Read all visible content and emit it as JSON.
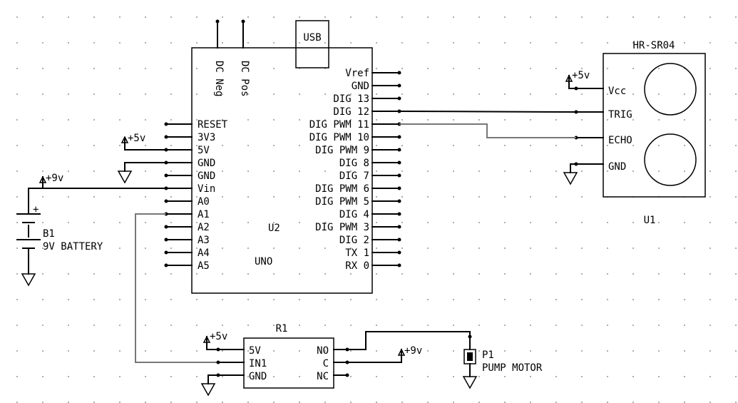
{
  "arduino": {
    "ref": "U2",
    "value": "UNO",
    "usb": "USB",
    "dc_neg": "DC Neg",
    "dc_pos": "DC Pos",
    "left_pins": [
      "RESET",
      "3V3",
      "5V",
      "GND",
      "GND",
      "Vin",
      "A0",
      "A1",
      "A2",
      "A3",
      "A4",
      "A5"
    ],
    "right_pins": [
      "Vref",
      "GND",
      "DIG 13",
      "DIG 12",
      "DIG PWM 11",
      "DIG PWM 10",
      "DIG PWM 9",
      "DIG 8",
      "DIG 7",
      "DIG PWM 6",
      "DIG PWM 5",
      "DIG 4",
      "DIG PWM 3",
      "DIG 2",
      "TX 1",
      "RX 0"
    ]
  },
  "sensor": {
    "title": "HR-SR04",
    "ref": "U1",
    "pins": [
      "Vcc",
      "TRIG",
      "ECHO",
      "GND"
    ]
  },
  "relay": {
    "ref": "R1",
    "left_pins": [
      "5V",
      "IN1",
      "GND"
    ],
    "right_pins": [
      "NO",
      "C",
      "NC"
    ]
  },
  "battery": {
    "ref": "B1",
    "value": "9V BATTERY",
    "plus": "+"
  },
  "motor": {
    "ref": "P1",
    "value": "PUMP MOTOR"
  },
  "power_labels": {
    "uno_5v": "+5v",
    "uno_vin": "+9v",
    "sensor_vcc": "+5v",
    "relay_5v": "+5v",
    "relay_c": "+9v"
  }
}
